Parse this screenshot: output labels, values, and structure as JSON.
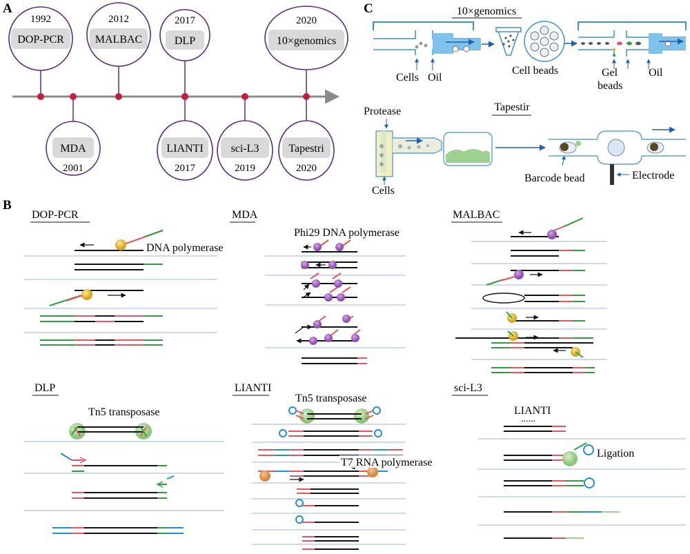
{
  "panels": {
    "a": "A",
    "b": "B",
    "c": "C"
  },
  "timeline": {
    "top": [
      {
        "year": "1992",
        "name": "DOP-PCR"
      },
      {
        "year": "2012",
        "name": "MALBAC"
      },
      {
        "year": "2017",
        "name": "DLP"
      },
      {
        "year": "2020",
        "name": "10×genomics"
      }
    ],
    "bottom": [
      {
        "year": "2001",
        "name": "MDA"
      },
      {
        "year": "2017",
        "name": "LIANTI"
      },
      {
        "year": "2019",
        "name": "sci-L3"
      },
      {
        "year": "2020",
        "name": "Tapestri"
      }
    ]
  },
  "panel_c": {
    "genomics_title": "10×genomics",
    "cells": "Cells",
    "oil": "Oil",
    "cell_beads": "Cell beads",
    "gel": "Gel",
    "beads": "beads",
    "oil2": "Oil",
    "tapestir_title": "Tapestir",
    "protease": "Protease",
    "cells2": "Cells",
    "barcode_bead": "Barcode bead",
    "electrode": "Electrode"
  },
  "panel_b": {
    "dop": {
      "title": "DOP-PCR",
      "enzyme": "DNA polymerase"
    },
    "mda": {
      "title": "MDA",
      "enzyme": "Phi29 DNA polymerase"
    },
    "malbac": {
      "title": "MALBAC"
    },
    "dlp": {
      "title": "DLP",
      "enzyme": "Tn5 transposase"
    },
    "lianti": {
      "title": "LIANTI",
      "enzyme": "Tn5 transposase",
      "enzyme2": "T7 RNA polymerase"
    },
    "scil3": {
      "title": "sci-L3",
      "sub": "LIANTI",
      "dots": "......",
      "ligation": "Ligation"
    }
  },
  "colors": {
    "dna": "#111111",
    "red": "#e8545e",
    "green": "#2e9e3a",
    "blue": "#1f8fd0",
    "guide": "#9db3d8",
    "purple": "#5a2a82",
    "node": "#c41e3a",
    "axis": "#8a8a8a",
    "box": "#d9d9d9",
    "chan": "#3b8fd6",
    "chan_fill": "#7fc3ec",
    "yellow": "#e3b230",
    "violet": "#9b62b8",
    "lightgreen": "#9ed08f",
    "orange": "#df9858"
  }
}
